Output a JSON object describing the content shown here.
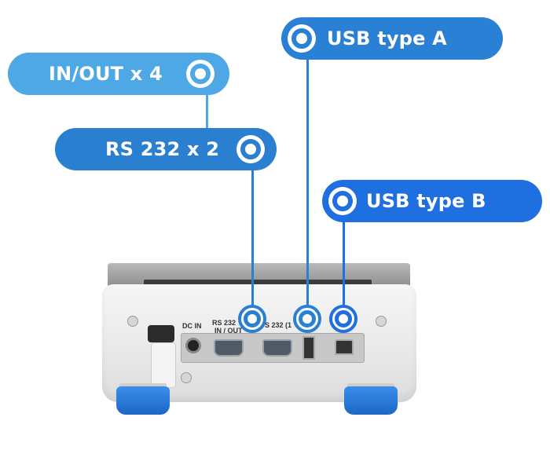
{
  "callouts": {
    "inout": "IN/OUT x 4",
    "rs232": "RS 232 x 2",
    "usb_a": "USB type A",
    "usb_b": "USB type B"
  },
  "device_labels": {
    "dc_in": "DC IN",
    "rs232_left": "RS 232",
    "inout": "IN / OUT",
    "rs232_right": "S 232 (1"
  },
  "colors": {
    "light_blue": "#4ea8e6",
    "mid_blue": "#2a7fd1",
    "accent_blue": "#1f6fe0"
  }
}
